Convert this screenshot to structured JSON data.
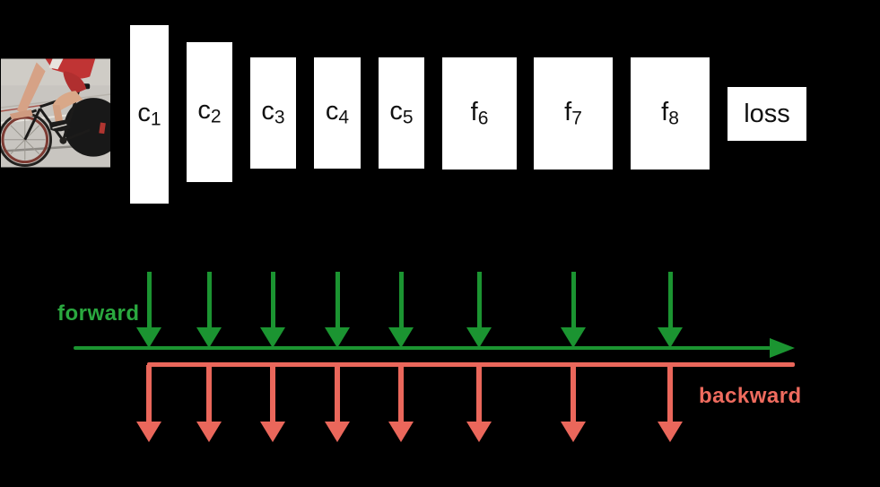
{
  "diagram": {
    "title": "convnet forward and backward pass schematic",
    "input_photo_description": "cyclist riding a track bicycle on a velodrome",
    "layers": [
      {
        "id": "c1",
        "main": "c",
        "sub": "1"
      },
      {
        "id": "c2",
        "main": "c",
        "sub": "2"
      },
      {
        "id": "c3",
        "main": "c",
        "sub": "3"
      },
      {
        "id": "c4",
        "main": "c",
        "sub": "4"
      },
      {
        "id": "c5",
        "main": "c",
        "sub": "5"
      },
      {
        "id": "f6",
        "main": "f",
        "sub": "6"
      },
      {
        "id": "f7",
        "main": "f",
        "sub": "7"
      },
      {
        "id": "f8",
        "main": "f",
        "sub": "8"
      },
      {
        "id": "loss",
        "main": "loss",
        "sub": ""
      }
    ],
    "forward": {
      "label": "forward",
      "text_color": "#2aa83f",
      "arrow_color": "#1b9431",
      "tap_count": 8,
      "direction": "left-to-right"
    },
    "backward": {
      "label": "backward",
      "text_color": "#ee6b5e",
      "arrow_color": "#ea675b",
      "tap_count": 8,
      "direction": "right-to-left"
    },
    "background_color": "#000000",
    "box_color": "#ffffff",
    "label_color": "#111111"
  }
}
